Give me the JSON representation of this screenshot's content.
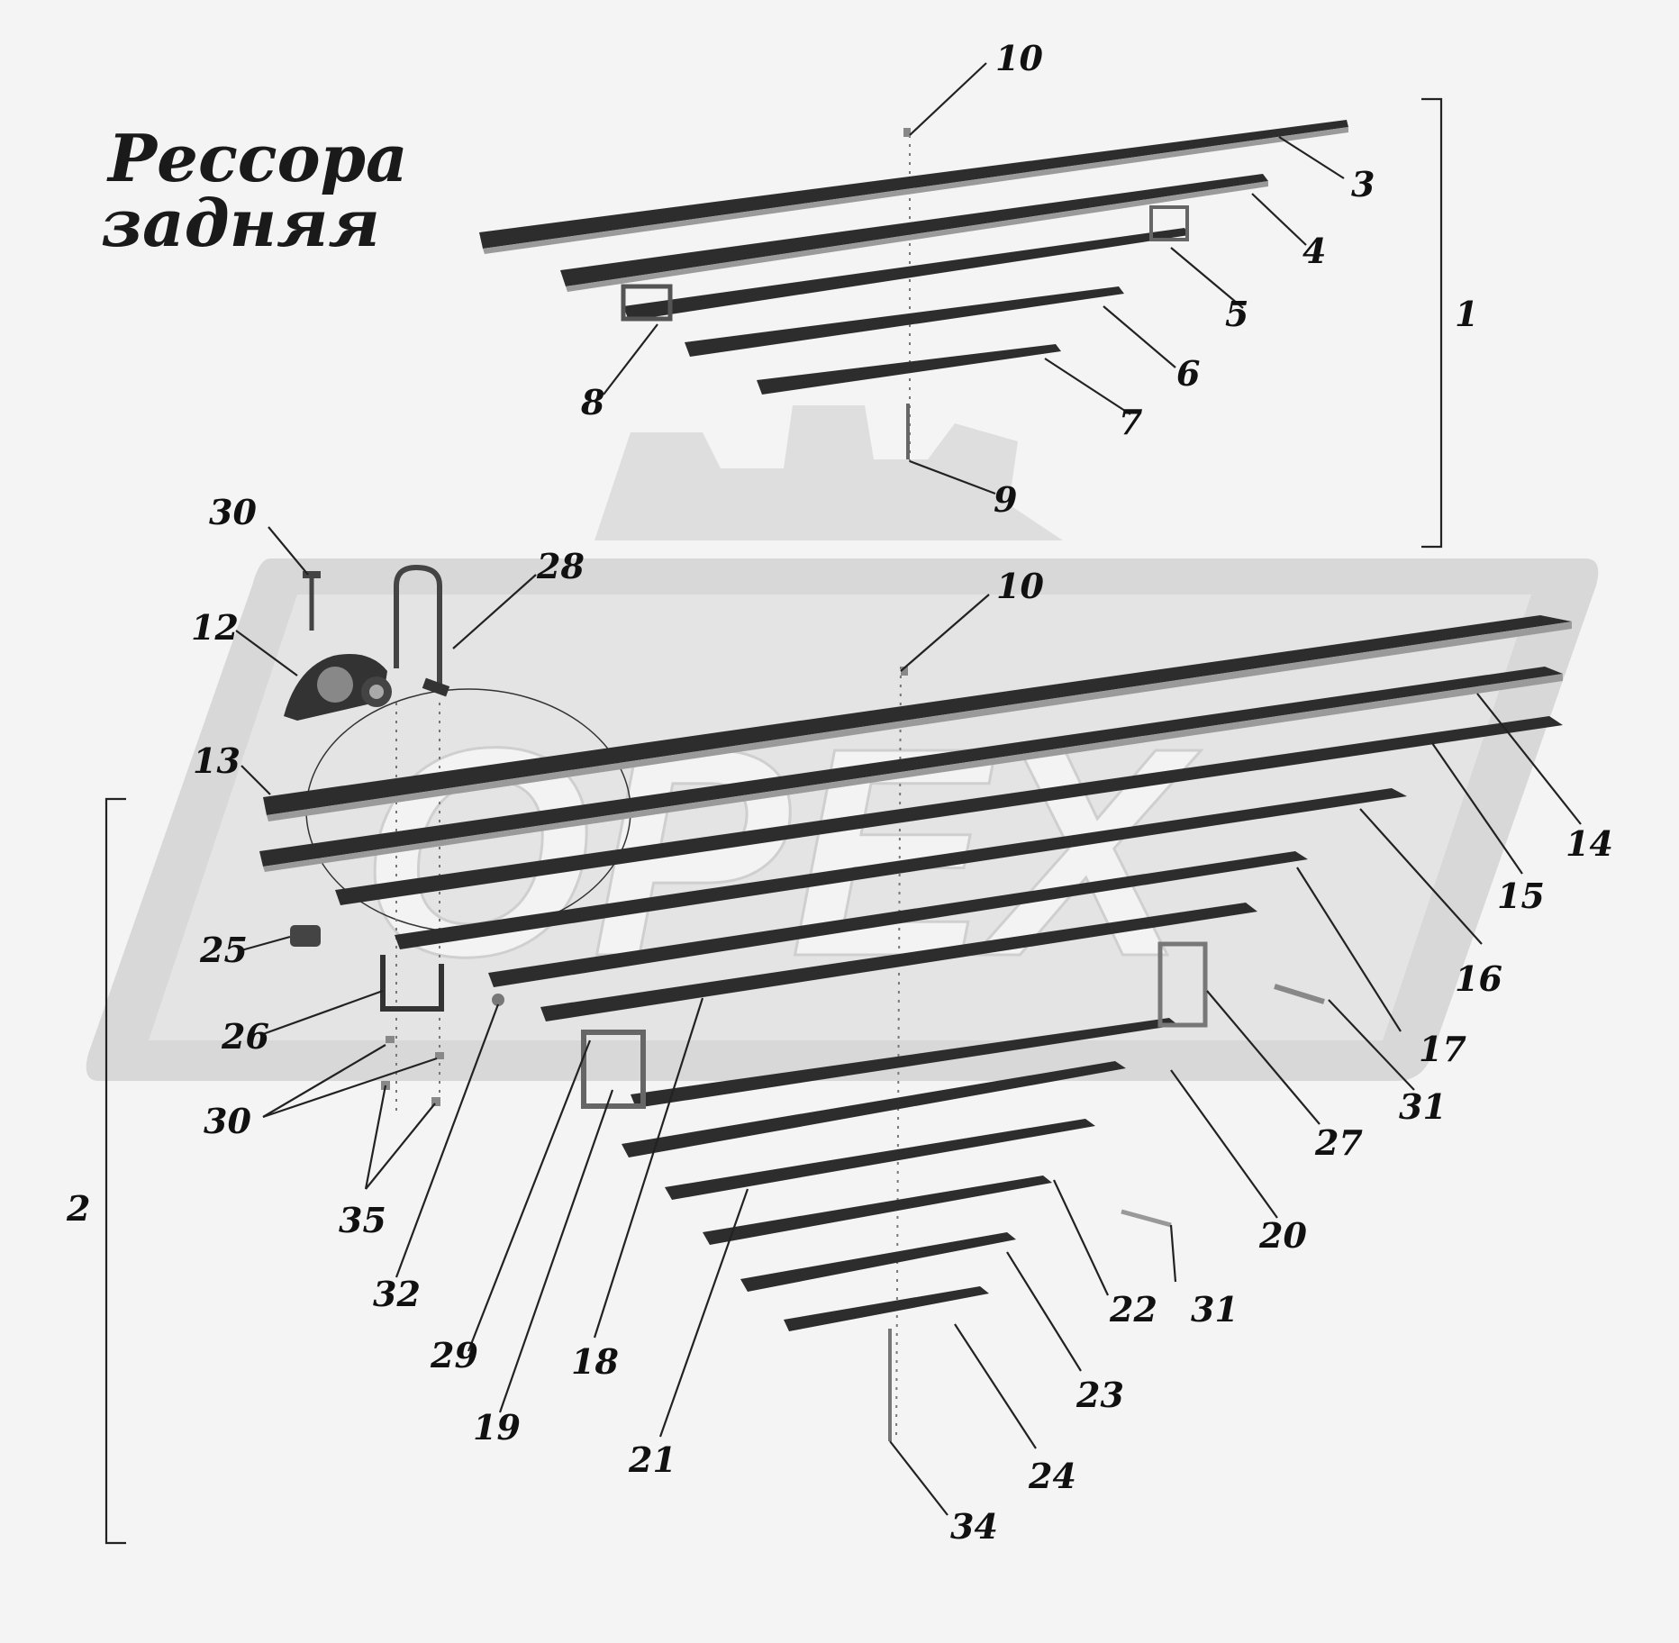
{
  "title": {
    "line1": "Рессора",
    "line2": "задняя"
  },
  "watermark": {
    "text": "ОРЕХ"
  },
  "groups": [
    {
      "key": "group-1",
      "label": "1"
    },
    {
      "key": "group-2",
      "label": "2"
    }
  ],
  "callouts": [
    "10",
    "3",
    "4",
    "5",
    "6",
    "7",
    "8",
    "9",
    "30",
    "28",
    "12",
    "10",
    "13",
    "14",
    "15",
    "16",
    "17",
    "25",
    "26",
    "30",
    "31",
    "27",
    "20",
    "35",
    "32",
    "22",
    "31",
    "29",
    "18",
    "19",
    "23",
    "21",
    "24",
    "34"
  ],
  "colors": {
    "leaf": "#2d2d2d",
    "edge": "#9a9a9a",
    "watermark": "#d9d9d9",
    "text": "#111111"
  }
}
